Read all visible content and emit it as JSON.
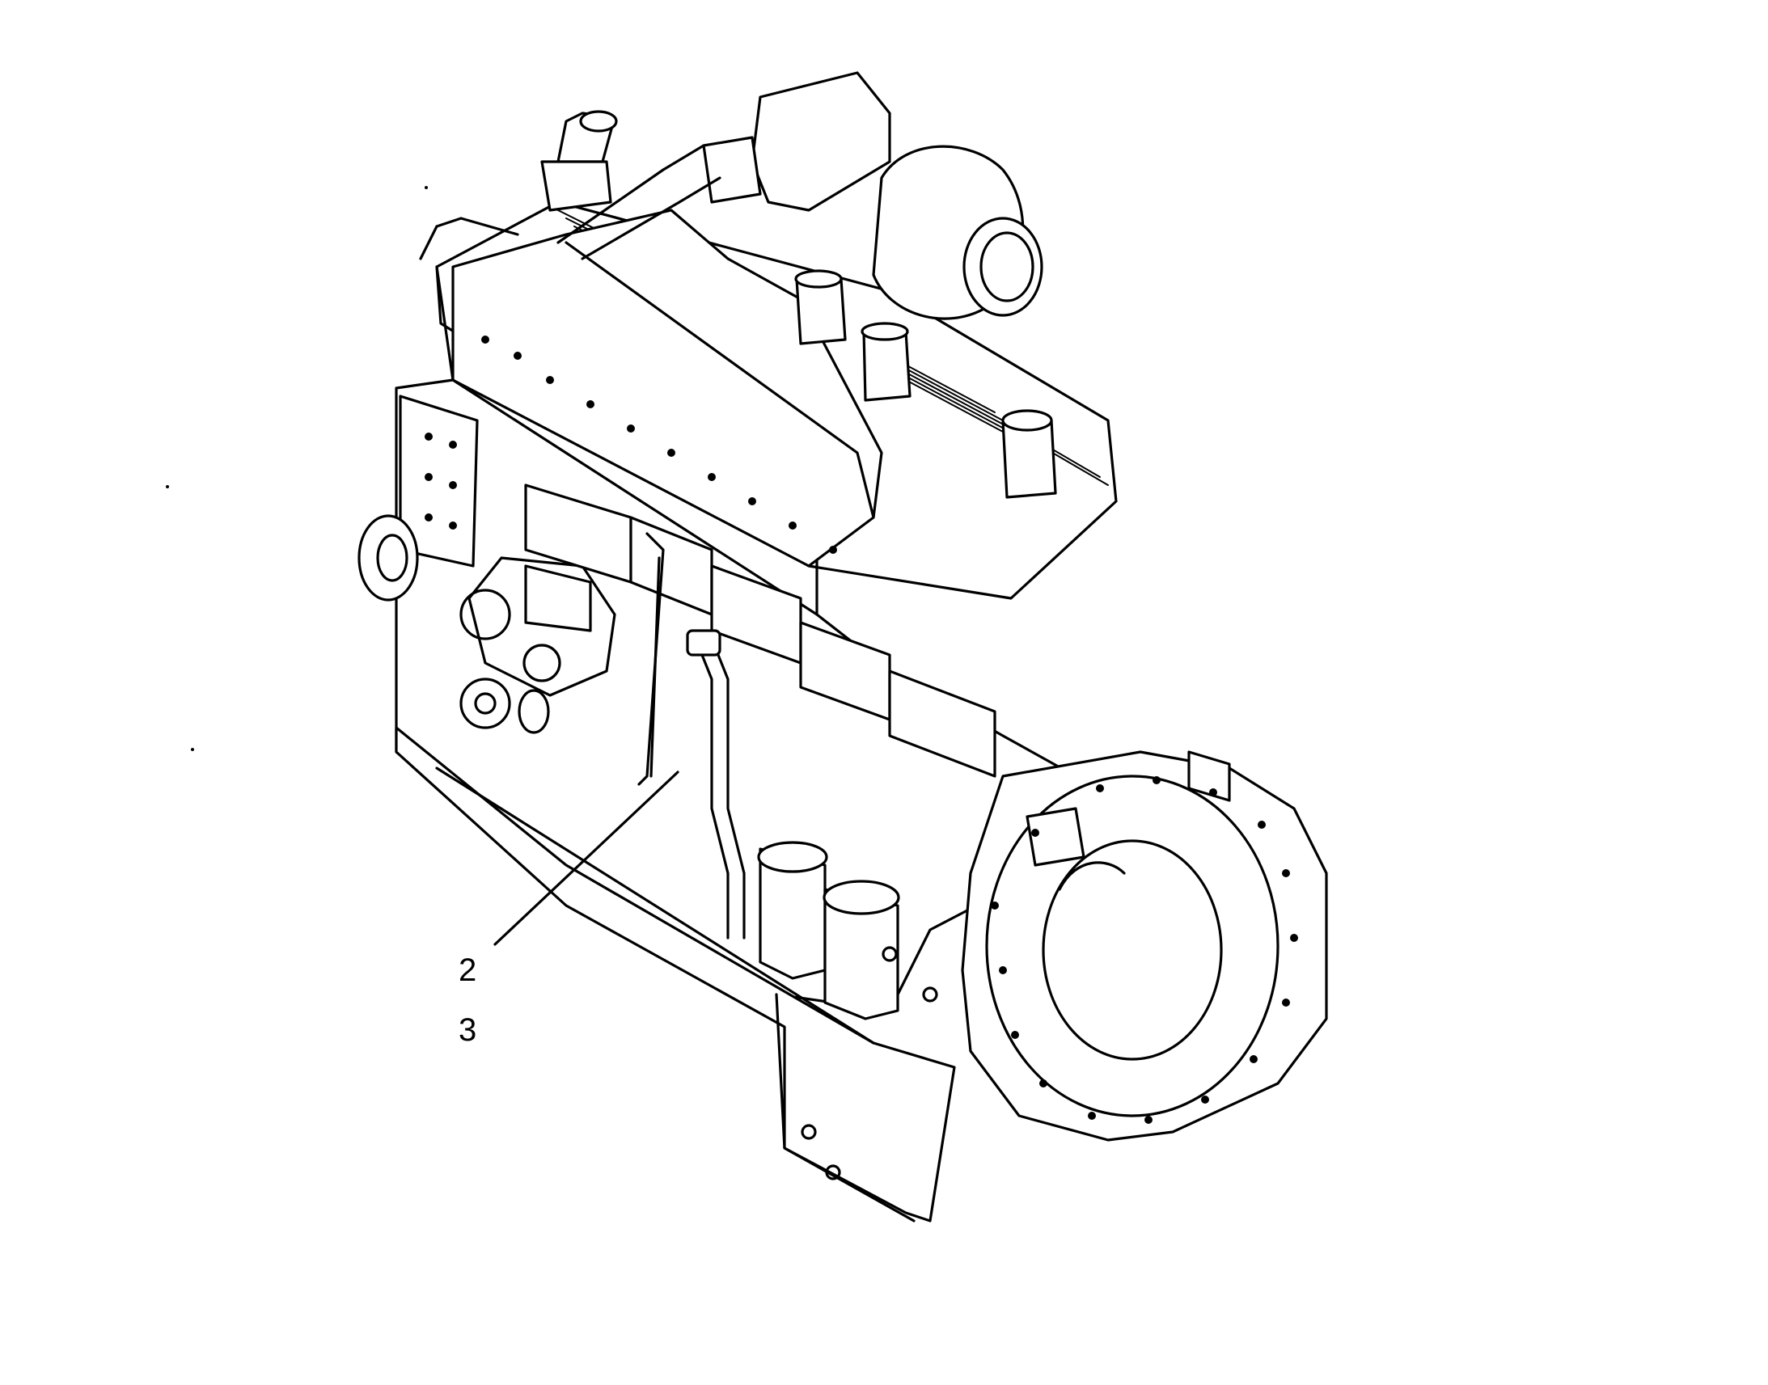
{
  "figure": {
    "subject_icon": "engine-illustration",
    "line_color": "#000000",
    "background_color": "#ffffff"
  },
  "callouts": [
    {
      "id": "2",
      "label": "2"
    },
    {
      "id": "3",
      "label": "3"
    }
  ]
}
